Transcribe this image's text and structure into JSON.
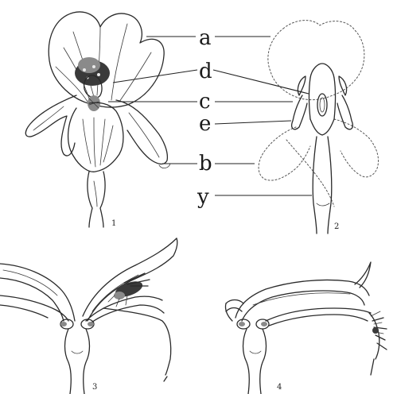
{
  "labels": {
    "a": "a",
    "b": "b",
    "c": "c",
    "d": "d",
    "e": "e",
    "y": "y"
  },
  "figure_numbers": {
    "fig1": "1",
    "fig2": "2",
    "fig3": "3",
    "fig4": "4"
  }
}
